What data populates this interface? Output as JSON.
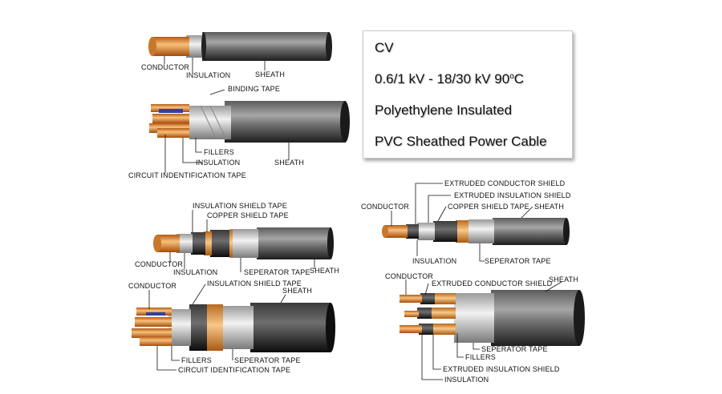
{
  "info_box": {
    "code": "CV",
    "voltage": "0.6/1 kV - 18/30 kV 90",
    "degree_symbol": "o",
    "unit": "C",
    "line3": "Polyethylene Insulated",
    "line4": "PVC Sheathed Power Cable"
  },
  "labels": {
    "conductor": "CONDUCTOR",
    "insulation": "INSULATION",
    "sheath": "SHEATH",
    "binding_tape": "BINDING TAPE",
    "fillers": "FILLERS",
    "circuit_identification_tape_1": "CIRCUIT INDENTIFICATION TAPE",
    "circuit_identification_tape_2": "CIRCUIT IDENTIFICATION TAPE",
    "insulation_shield_tape": "INSULATION  SHIELD TAPE",
    "copper_shield_tape": "COPPER SHIELD TAPE",
    "seperator_tape": "SEPERATOR TAPE",
    "extruded_conductor_shield": "EXTRUDED CONDUCTOR SHIELD",
    "extruded_insulation_shield": "EXTRUDED  INSULATION  SHIELD"
  },
  "colors": {
    "copper": "#e8913a",
    "copper_light": "#f6c27a",
    "sheath_dark": "#2a2a2a",
    "sheath_light": "#8a8a8a",
    "insulation": "#d8d8d8",
    "shield_orange": "#f0a040",
    "box_border": "#c9c9c9"
  }
}
